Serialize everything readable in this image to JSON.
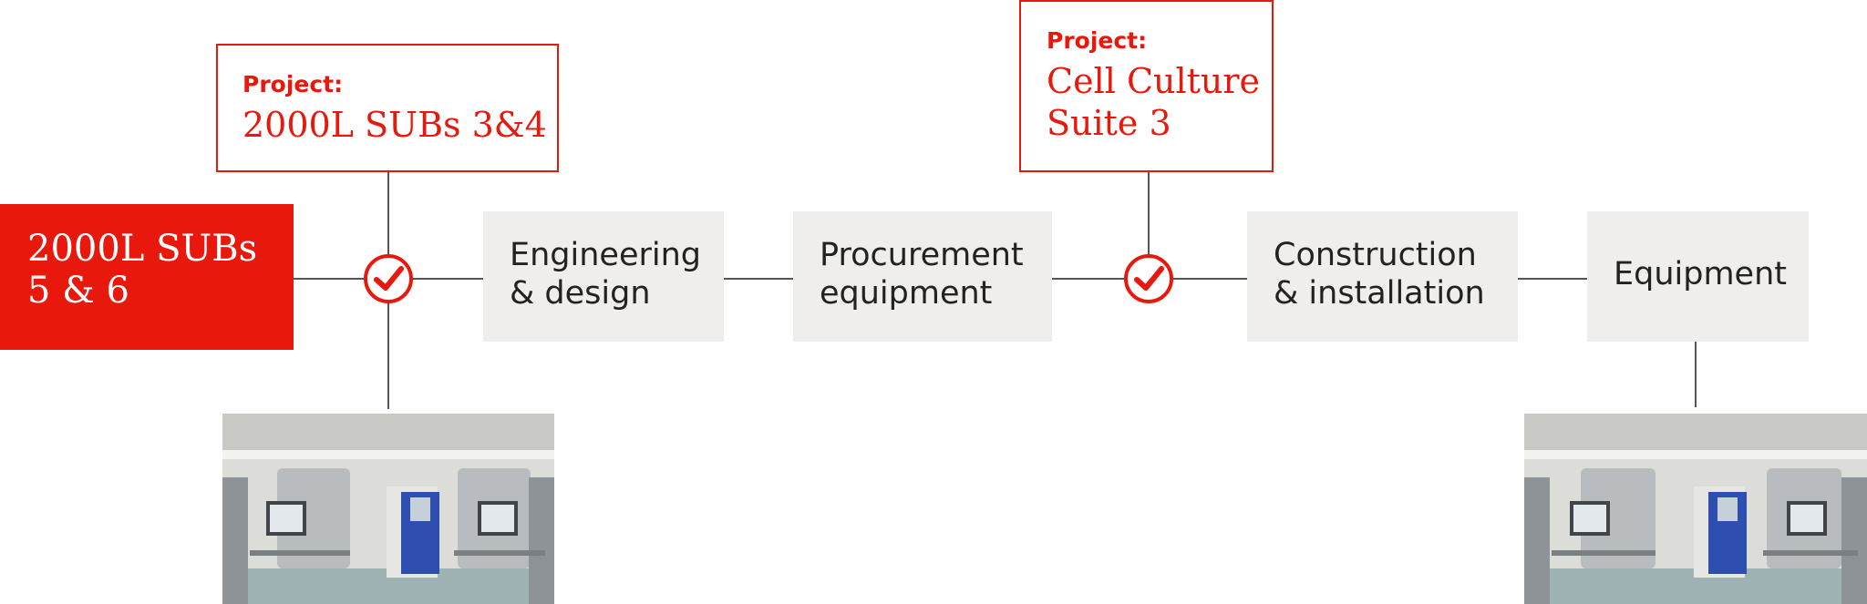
{
  "start": {
    "line1": "2000L SUBs",
    "line2": "5 & 6"
  },
  "steps": [
    {
      "line1": "Engineering",
      "line2": "& design"
    },
    {
      "line1": "Procurement",
      "line2": "equipment"
    },
    {
      "line1": "Construction",
      "line2": "& installation"
    },
    {
      "line1": "Equipment"
    }
  ],
  "projects": [
    {
      "label": "Project:",
      "name_line1": "2000L SUBs 3&4"
    },
    {
      "label": "Project:",
      "name_line1": "Cell Culture",
      "name_line2": "Suite 3"
    }
  ],
  "icons": {
    "milestone": "check-circle-icon",
    "photo": "cleanroom-bioreactor-photo"
  },
  "colors": {
    "accent": "#e8180d",
    "step_bg": "#efeeec",
    "connector": "#555555",
    "text": "#222222"
  }
}
